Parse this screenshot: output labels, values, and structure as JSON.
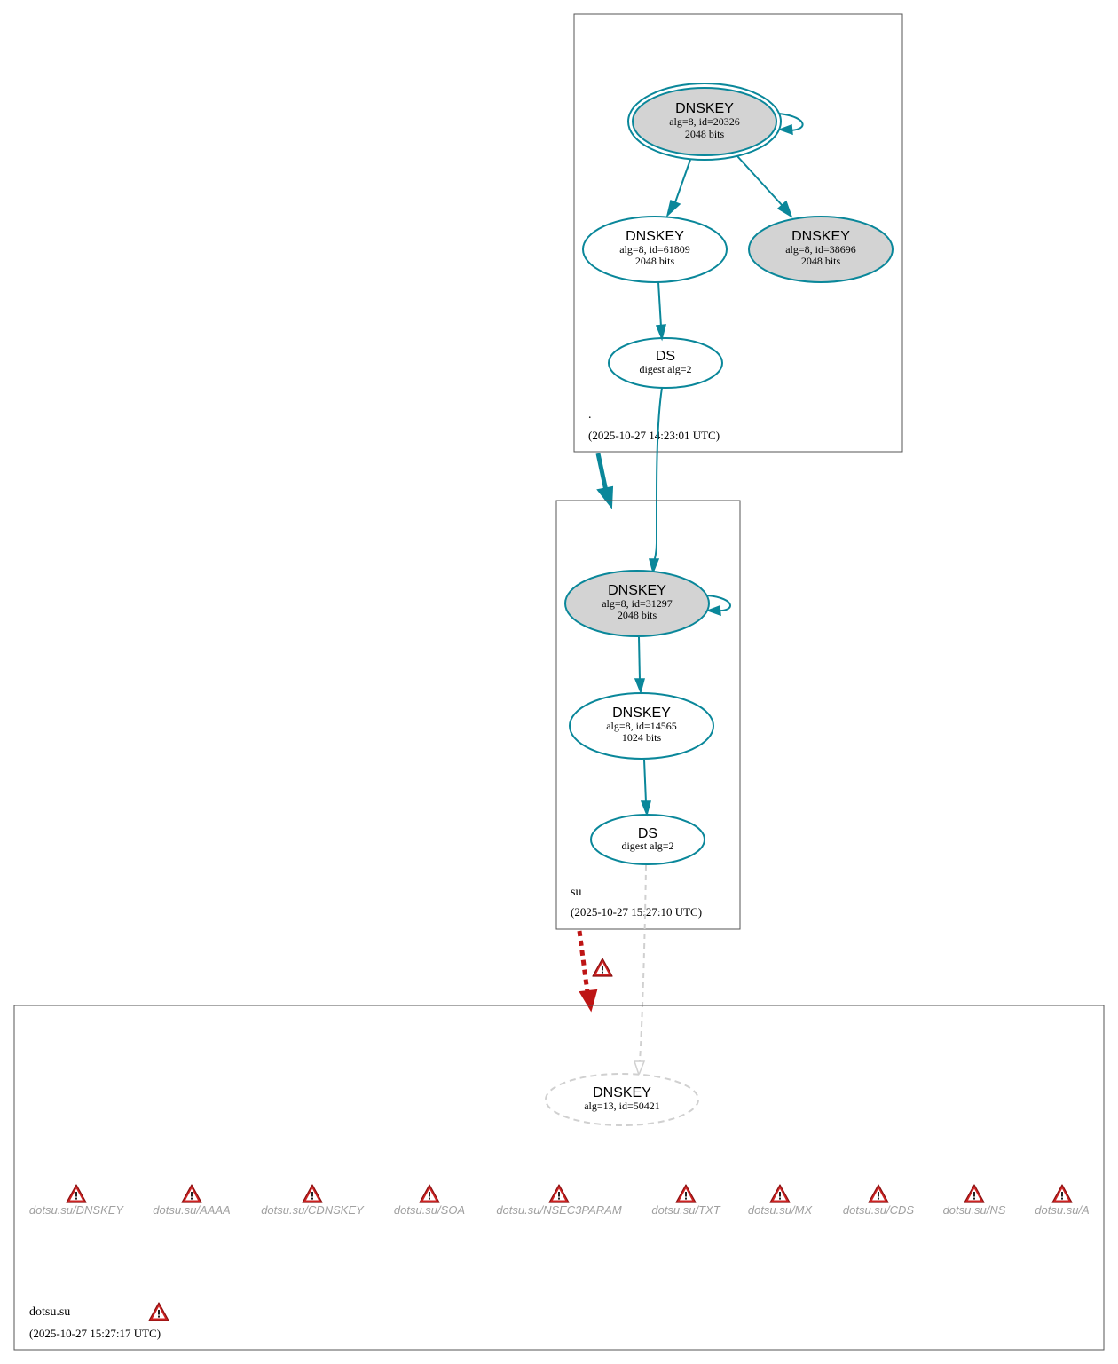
{
  "colors": {
    "secure": "#0a879a",
    "error": "#be1515",
    "insecure": "#d0d0d0",
    "ksk_fill": "#d3d3d3",
    "zone_border": "#555555",
    "rrset_label": "#a0a0a0"
  },
  "zones": {
    "root": {
      "name": ".",
      "timestamp": "(2025-10-27 14:23:01 UTC)",
      "ksk": {
        "title": "DNSKEY",
        "line1": "alg=8, id=20326",
        "line2": "2048 bits"
      },
      "zsk1": {
        "title": "DNSKEY",
        "line1": "alg=8, id=61809",
        "line2": "2048 bits"
      },
      "zsk2": {
        "title": "DNSKEY",
        "line1": "alg=8, id=38696",
        "line2": "2048 bits"
      },
      "ds": {
        "title": "DS",
        "line1": "digest alg=2"
      }
    },
    "su": {
      "name": "su",
      "timestamp": "(2025-10-27 15:27:10 UTC)",
      "ksk": {
        "title": "DNSKEY",
        "line1": "alg=8, id=31297",
        "line2": "2048 bits"
      },
      "zsk": {
        "title": "DNSKEY",
        "line1": "alg=8, id=14565",
        "line2": "1024 bits"
      },
      "ds": {
        "title": "DS",
        "line1": "digest alg=2"
      }
    },
    "dotsu": {
      "name": "dotsu.su",
      "timestamp": "(2025-10-27 15:27:17 UTC)",
      "key": {
        "title": "DNSKEY",
        "line1": "alg=13, id=50421"
      },
      "rrsets": [
        "dotsu.su/DNSKEY",
        "dotsu.su/AAAA",
        "dotsu.su/CDNSKEY",
        "dotsu.su/SOA",
        "dotsu.su/NSEC3PARAM",
        "dotsu.su/TXT",
        "dotsu.su/MX",
        "dotsu.su/CDS",
        "dotsu.su/NS",
        "dotsu.su/A"
      ]
    }
  }
}
